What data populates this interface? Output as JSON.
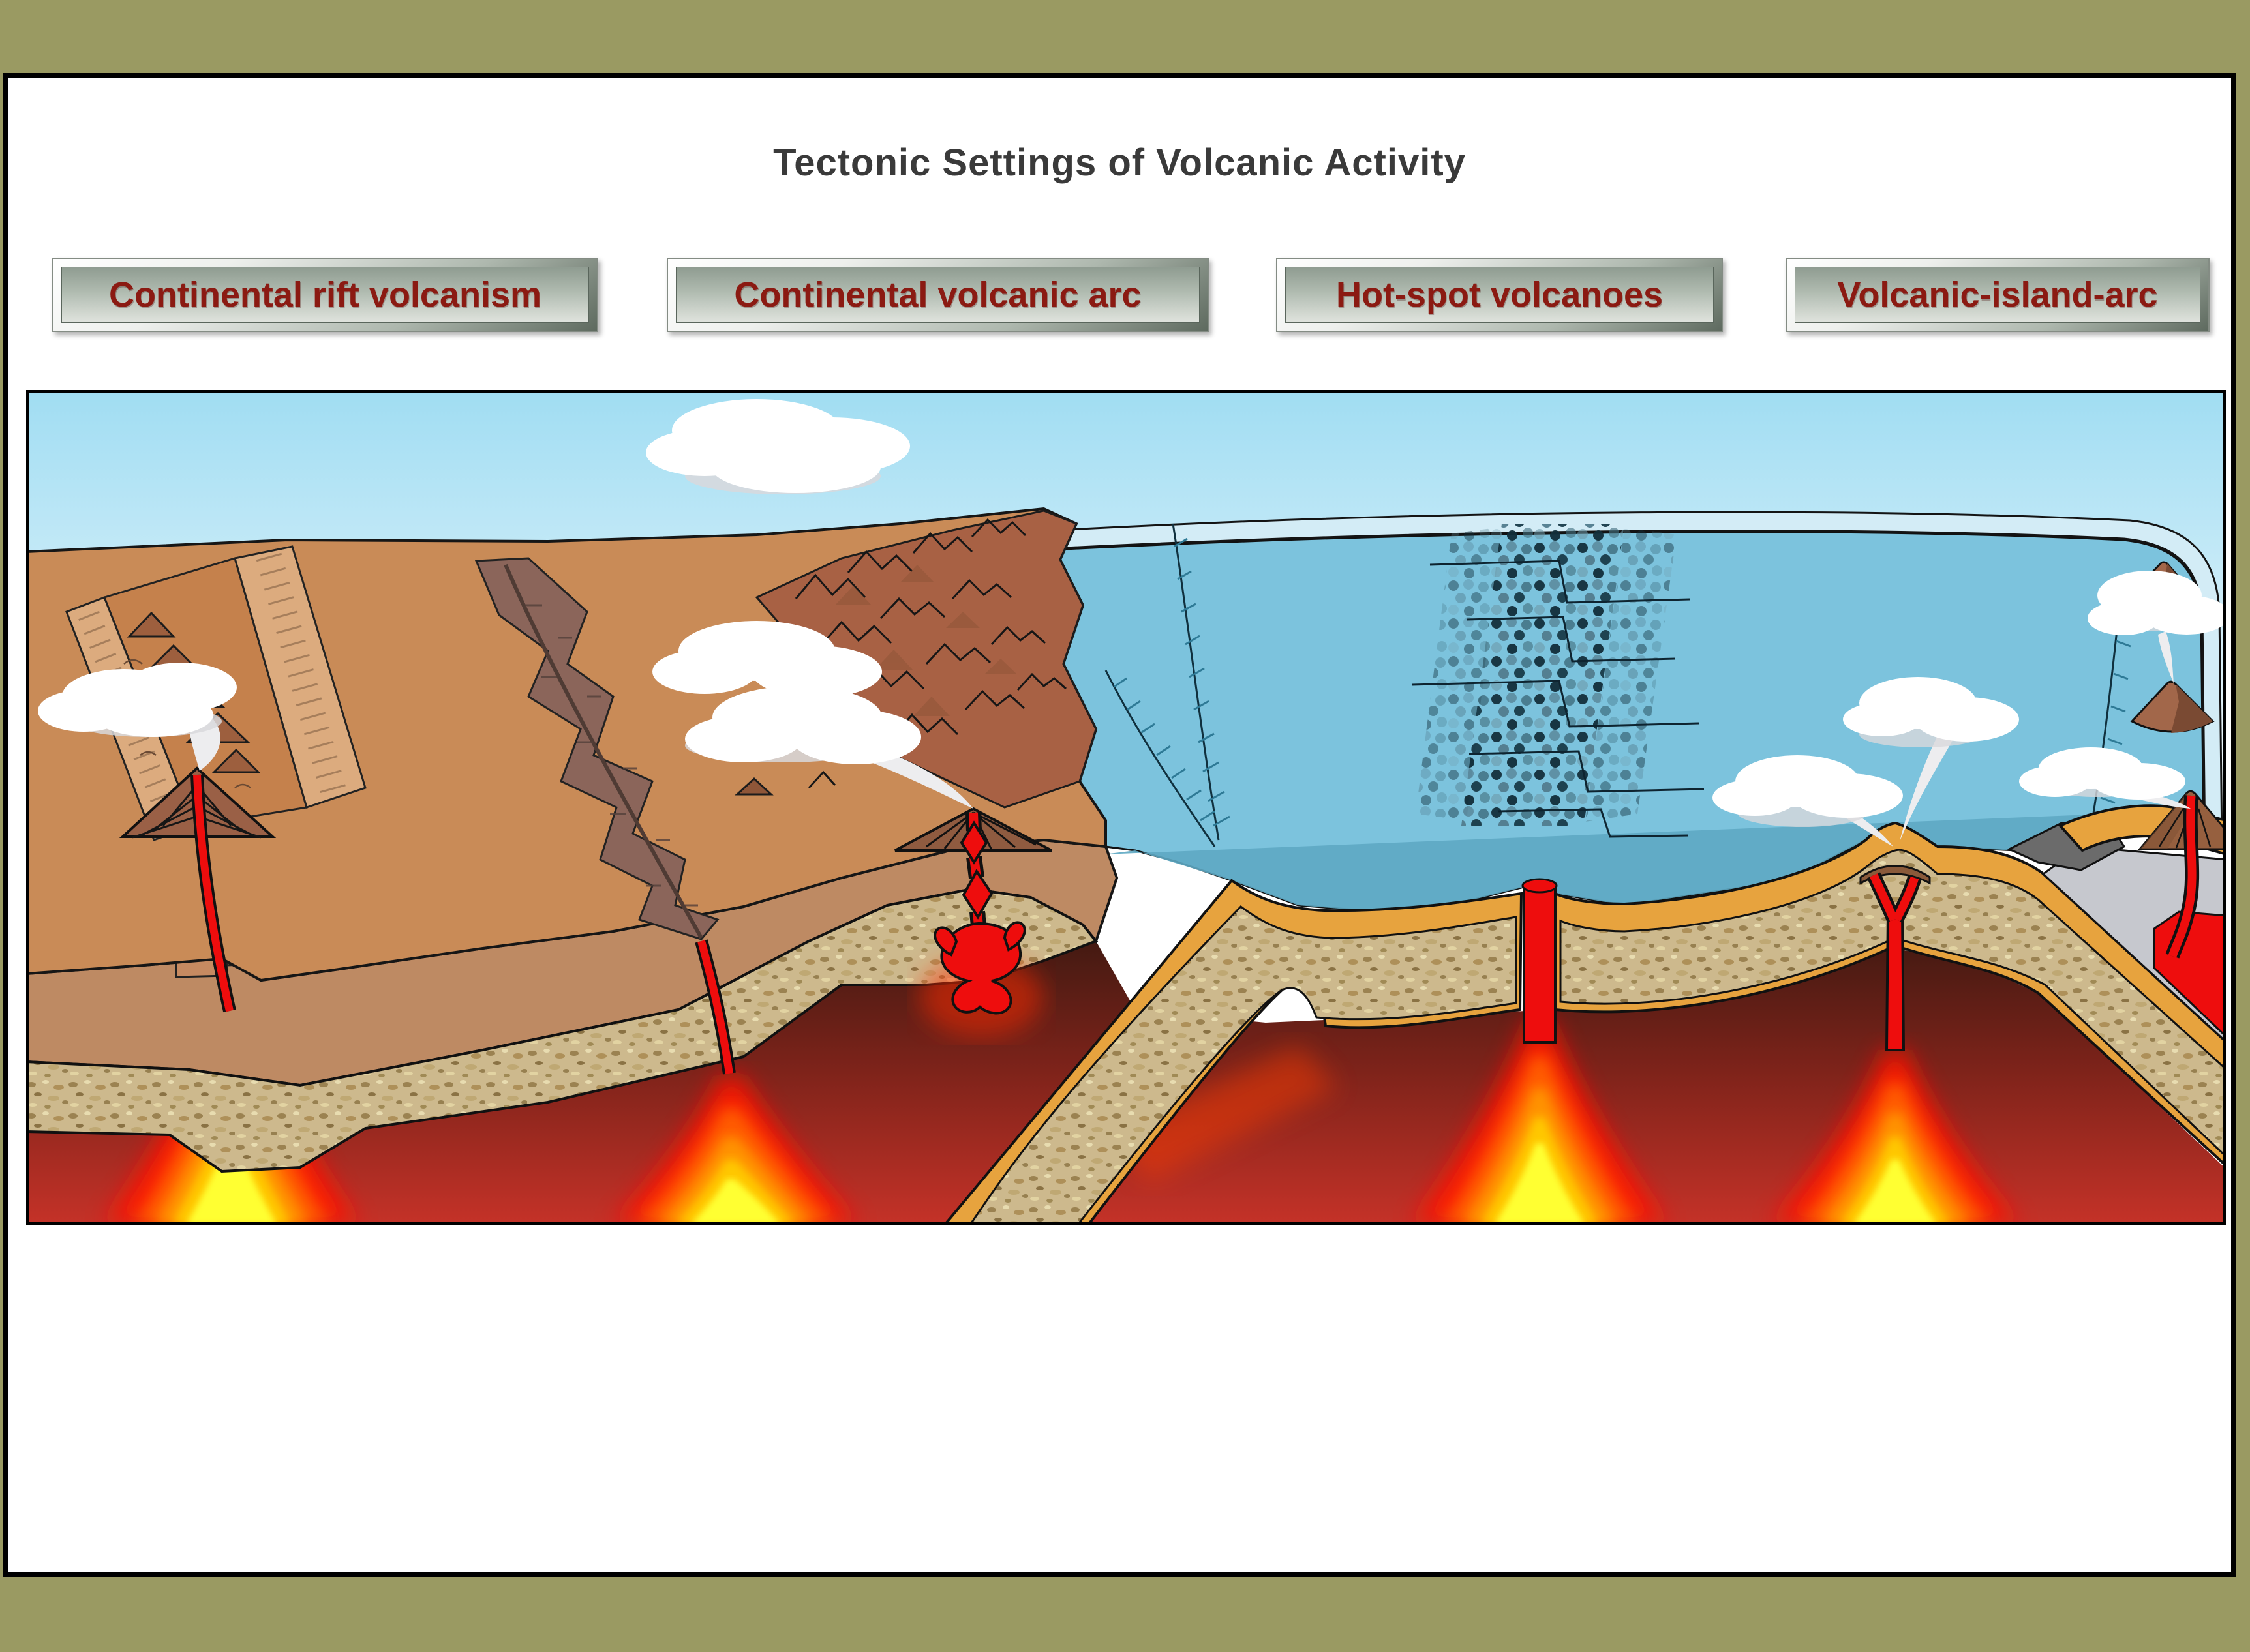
{
  "page": {
    "title": "Tectonic Settings of Volcanic Activity",
    "background_color": "#9A9A62",
    "frame_color": "#000000",
    "surface_color": "#FFFFFF",
    "title_color": "#3A3A3A"
  },
  "buttons": [
    {
      "label": "Continental rift volcanism"
    },
    {
      "label": "Continental volcanic arc"
    },
    {
      "label": "Hot-spot volcanoes"
    },
    {
      "label": "Volcanic-island-arc"
    }
  ],
  "button_style": {
    "text_color": "#8B1A12"
  },
  "diagram": {
    "type": "geological-cross-section-illustration",
    "features": [
      "continental-rift-valley-with-cinder-cones",
      "rift-fissure-volcano-and-dike",
      "river-valley",
      "continental-volcanic-arc-with-magma-chamber",
      "subduction-trench-continental-margin",
      "mid-ocean-ridge-with-transform-faults",
      "hot-spot-volcano",
      "volcanic-island-arc-with-subducting-slab",
      "mantle-plumes",
      "oceanic-plate",
      "continental-crust",
      "ocean",
      "steam-clouds"
    ],
    "colors": {
      "sky_top": "#A0DDF2",
      "ocean": "#7CC3DD",
      "ocean_surface_band": "#D3ECF6",
      "ocean_foreground": "#5EA8C3",
      "land_surface": "#C98B57",
      "land_front_face": "#BE8A63",
      "mountains": "#A86144",
      "escarpment": "#DCAB7E",
      "river_valley": "#8B655A",
      "oceanic_crust": "#E7A33E",
      "lithosphere_speckle": "#CDB98D",
      "mantle_dark": "#451A12",
      "mantle_bright": "#C53228",
      "magma": "#EE0D0D",
      "plume_core": "#FFFF30",
      "accretionary_wedge": "#6B6B6B",
      "mantle_wedge": "#C6C8CE",
      "island": "#A2674A",
      "cloud": "#FFFFFF"
    }
  }
}
